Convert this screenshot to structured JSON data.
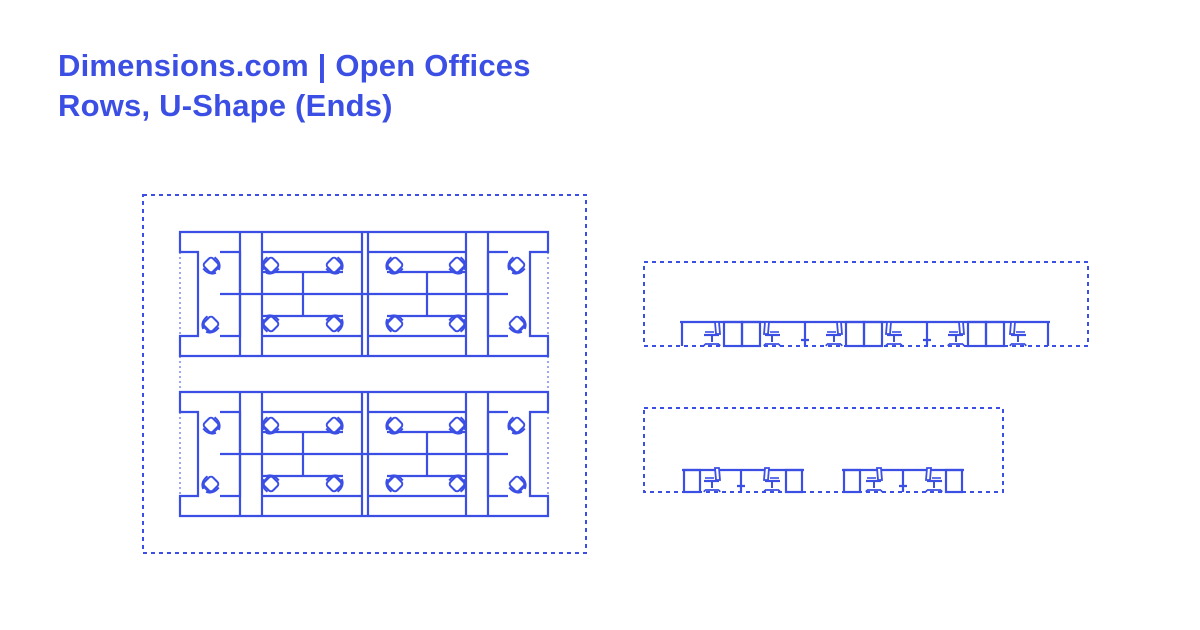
{
  "header": {
    "title": "Dimensions.com | Open Offices",
    "subtitle": "Rows, U-Shape (Ends)"
  },
  "colors": {
    "accent": "#3b4fe4",
    "background": "#ffffff"
  },
  "views": [
    {
      "name": "plan-view",
      "pods": 2,
      "workstations_per_pod": 12
    },
    {
      "name": "elevation-front",
      "chairs": 6
    },
    {
      "name": "elevation-side",
      "chairs": 4
    }
  ]
}
